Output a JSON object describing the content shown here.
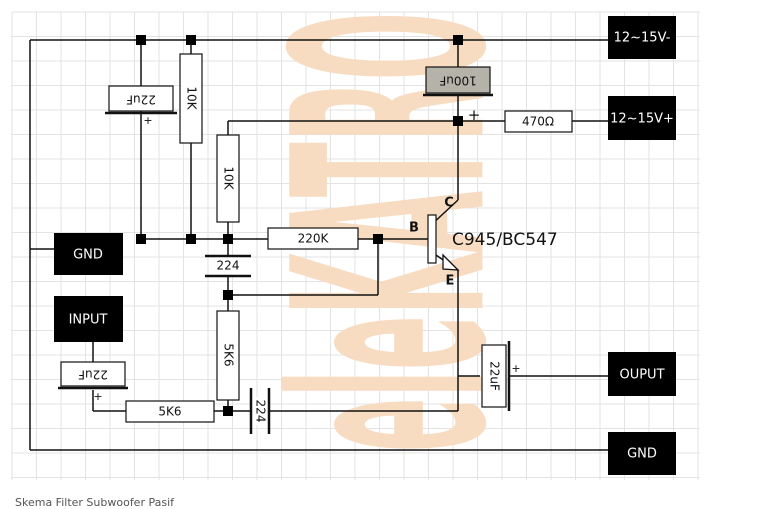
{
  "colors": {
    "wire": "#111111",
    "grid": "#e3e3e3",
    "label_box": "#000000",
    "label_text": "#ffffff",
    "watermark": "#f8dcc2",
    "electrolytic_fill": "#b5b2aa"
  },
  "terminals": {
    "supply_neg": "12~15V-",
    "supply_pos": "12~15V+",
    "gnd_left": "GND",
    "input": "INPUT",
    "output": "OUPUT",
    "gnd_right": "GND"
  },
  "components": {
    "c_top_left": "22uF",
    "c_supply": "100uF",
    "c_input": "22uF",
    "c_output": "22uF",
    "c_mid": "224",
    "c_bottom": "224",
    "r_top": "10K",
    "r_mid": "10K",
    "r_base": "220K",
    "r_5k6_vertical": "5K6",
    "r_5k6_horizontal": "5K6",
    "r_supply": "470Ω",
    "polarity_plus": "+"
  },
  "transistor": {
    "model": "C945/BC547",
    "pin_b": "B",
    "pin_c": "C",
    "pin_e": "E"
  },
  "watermark": "eleKATRO",
  "caption": "Skema Filter Subwoofer Pasif"
}
